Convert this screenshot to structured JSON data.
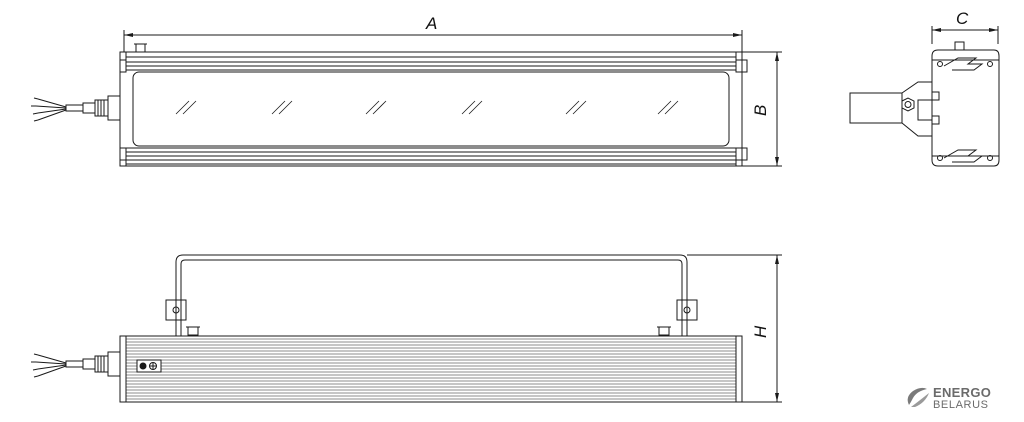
{
  "dimensions": {
    "length": "A",
    "height_front": "B",
    "depth": "C",
    "height_side": "H"
  },
  "logo": {
    "line1": "ENERGO",
    "line2": "BELARUS"
  },
  "colors": {
    "line": "#1a1a1a",
    "logo": "#6b6b6b"
  }
}
